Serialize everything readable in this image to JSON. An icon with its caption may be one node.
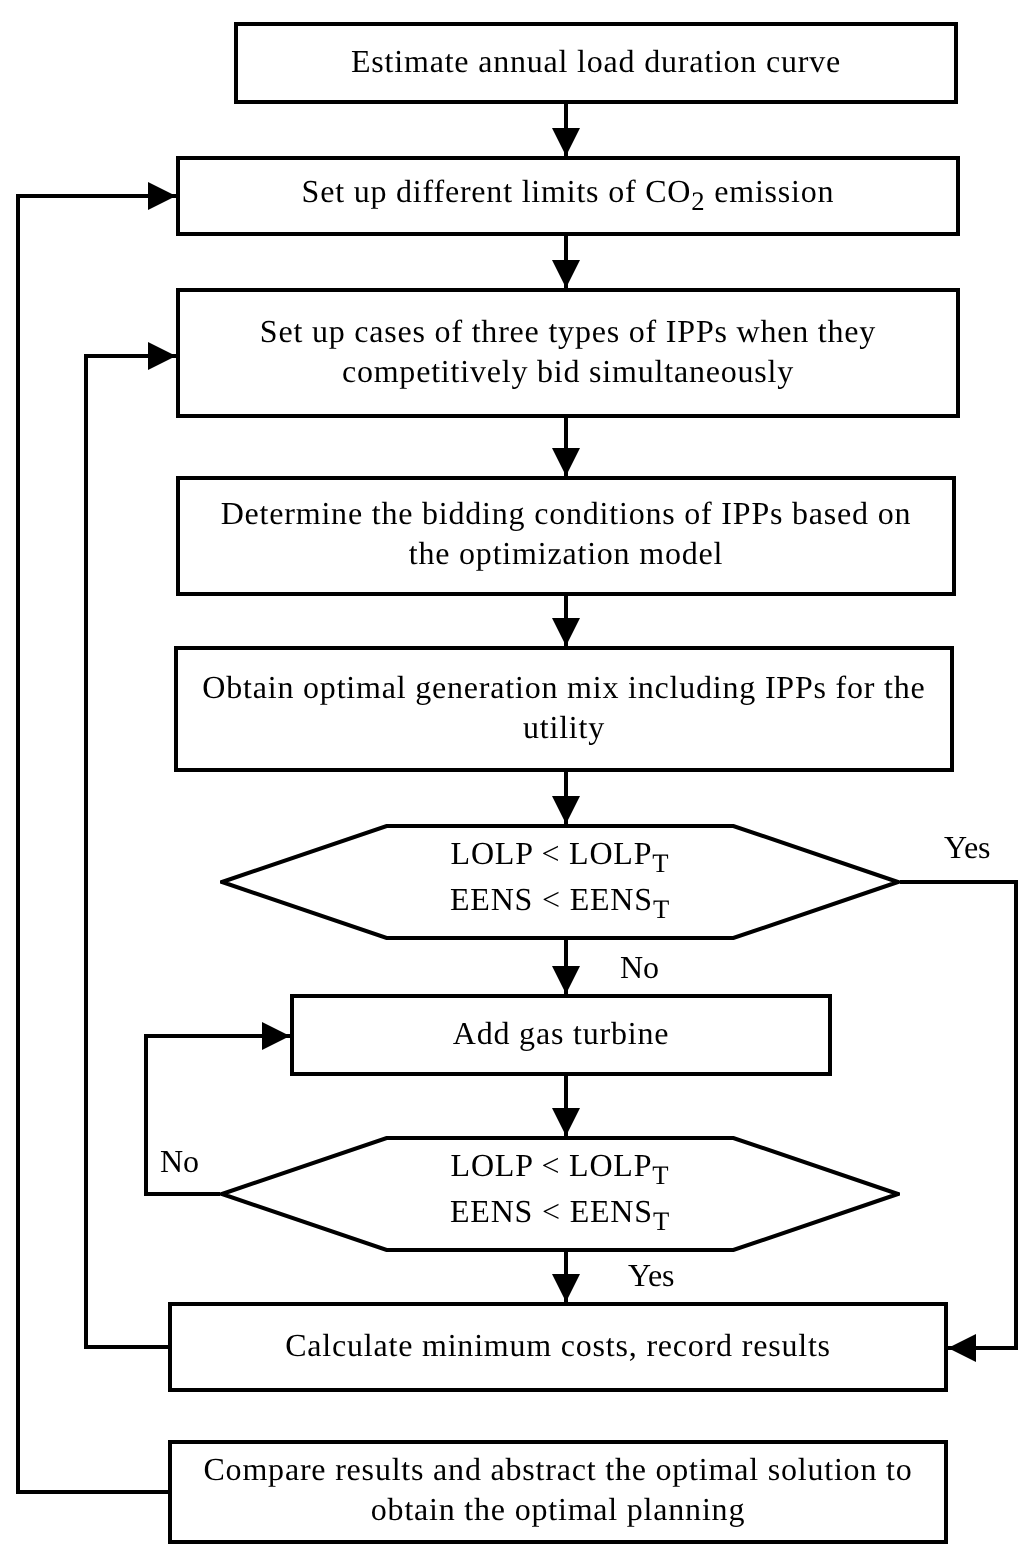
{
  "diagram": {
    "nodes": [
      {
        "text": [
          "Estimate annual load duration curve"
        ]
      },
      {
        "text": [
          "Set up different limits of CO$_{2}$ emission"
        ]
      },
      {
        "text": [
          "Set up cases of three types of IPPs when they competitively bid simultaneously"
        ]
      },
      {
        "text": [
          "Determine the bidding conditions of IPPs based on the optimization model"
        ]
      },
      {
        "text": [
          "Obtain optimal generation mix including IPPs for the utility"
        ]
      },
      {
        "text": [
          "LOLP < LOLP$_{T}$",
          "EENS < EENS$_{T}$"
        ]
      },
      {
        "text": [
          "Add gas turbine"
        ]
      },
      {
        "text": [
          "LOLP < LOLP$_{T}$",
          "EENS < EENS$_{T}$"
        ]
      },
      {
        "text": [
          "Calculate minimum costs, record results"
        ]
      },
      {
        "text": [
          "Compare results and abstract the optimal solution to obtain the optimal planning"
        ]
      }
    ],
    "edges": [
      {
        "from": 0,
        "to": 1,
        "arrow": "to"
      },
      {
        "from": 1,
        "to": 2,
        "arrow": "to"
      },
      {
        "from": 2,
        "to": 3,
        "arrow": "to"
      },
      {
        "from": 3,
        "to": 4,
        "arrow": "to"
      },
      {
        "from": 4,
        "to": 5,
        "arrow": "to"
      },
      {
        "from": 5,
        "to": 6,
        "arrow": "to",
        "label": "No"
      },
      {
        "from": 6,
        "to": 7,
        "arrow": "to"
      },
      {
        "from": 7,
        "to": 6,
        "arrow": "to",
        "label": "No"
      },
      {
        "from": 7,
        "to": 8,
        "arrow": "to",
        "label": "Yes"
      },
      {
        "from": 5,
        "to": 8,
        "arrow": "to",
        "label": "Yes"
      },
      {
        "from": 8,
        "to": 2,
        "arrow": "to"
      },
      {
        "from": 9,
        "to": 1,
        "arrow": "to"
      }
    ]
  }
}
